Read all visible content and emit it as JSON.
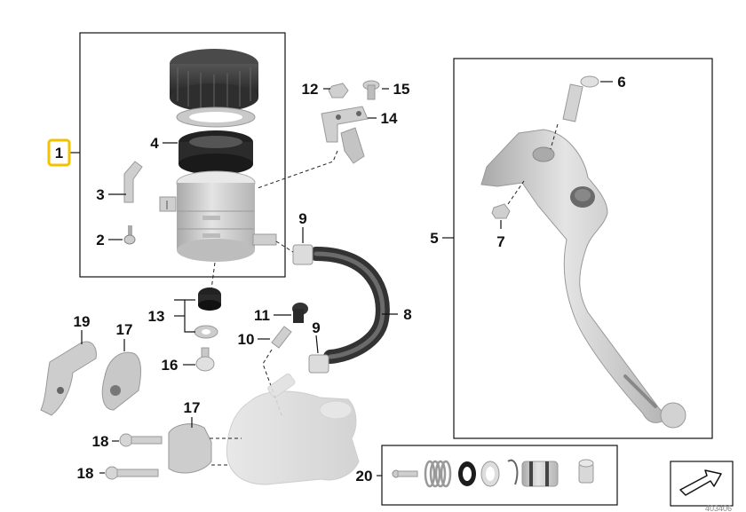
{
  "callouts": [
    {
      "id": "1",
      "text": "1",
      "highlighted": true
    },
    {
      "id": "2",
      "text": "2"
    },
    {
      "id": "3",
      "text": "3"
    },
    {
      "id": "4",
      "text": "4"
    },
    {
      "id": "5",
      "text": "5"
    },
    {
      "id": "6",
      "text": "6"
    },
    {
      "id": "7",
      "text": "7"
    },
    {
      "id": "8",
      "text": "8"
    },
    {
      "id": "9a",
      "text": "9"
    },
    {
      "id": "9b",
      "text": "9"
    },
    {
      "id": "10",
      "text": "10"
    },
    {
      "id": "11",
      "text": "11"
    },
    {
      "id": "12",
      "text": "12"
    },
    {
      "id": "13",
      "text": "13"
    },
    {
      "id": "14",
      "text": "14"
    },
    {
      "id": "15",
      "text": "15"
    },
    {
      "id": "16",
      "text": "16"
    },
    {
      "id": "17a",
      "text": "17"
    },
    {
      "id": "17b",
      "text": "17"
    },
    {
      "id": "18a",
      "text": "18"
    },
    {
      "id": "18b",
      "text": "18"
    },
    {
      "id": "19",
      "text": "19"
    },
    {
      "id": "20",
      "text": "20"
    }
  ],
  "reference_number": "403406",
  "colors": {
    "highlight": "#f2c200",
    "line": "#111111",
    "part_light": "#d6d6d6",
    "part_mid": "#b0b0b0",
    "part_dark": "#3a3a3a"
  }
}
